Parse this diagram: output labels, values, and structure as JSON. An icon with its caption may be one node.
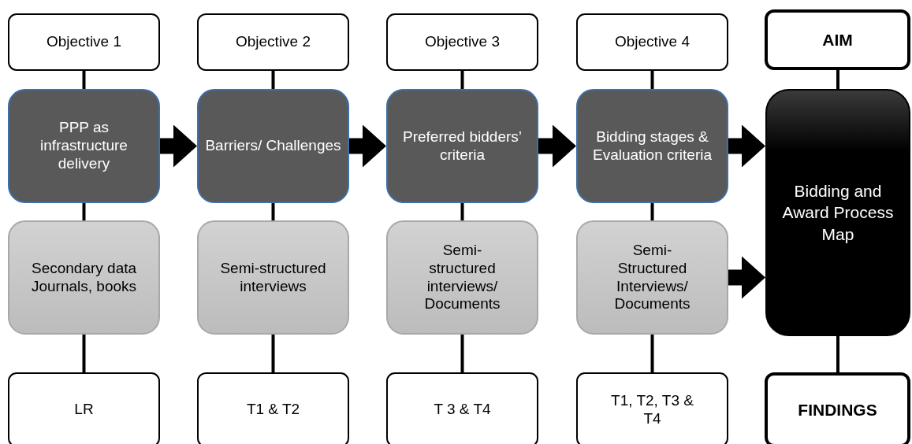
{
  "diagram": {
    "nodes": [
      {
        "text": [
          "Objective 1"
        ]
      },
      {
        "text": [
          "Objective 2"
        ]
      },
      {
        "text": [
          "Objective 3"
        ]
      },
      {
        "text": [
          "Objective 4"
        ]
      },
      {
        "text": [
          "AIM"
        ]
      },
      {
        "text": [
          "PPP as infrastructure delivery"
        ]
      },
      {
        "text": [
          "Barriers/ Challenges"
        ]
      },
      {
        "text": [
          "Preferred bidders’ criteria"
        ]
      },
      {
        "text": [
          "Bidding stages & Evaluation criteria"
        ]
      },
      {
        "text": [
          "Bidding and Award Process Map"
        ]
      },
      {
        "text": [
          "Secondary data Journals, books"
        ]
      },
      {
        "text": [
          "Semi-structured interviews"
        ]
      },
      {
        "text": [
          "Semi- structured interviews/ Documents"
        ]
      },
      {
        "text": [
          "Semi- Structured Interviews/ Documents"
        ]
      },
      {
        "text": [
          "LR"
        ]
      },
      {
        "text": [
          "T1 & T2"
        ]
      },
      {
        "text": [
          "T 3 & T4"
        ]
      },
      {
        "text": [
          "T1, T2, T3 & T4"
        ]
      },
      {
        "text": [
          "FINDINGS"
        ]
      }
    ],
    "edges": [
      {
        "from": 0,
        "to": 5,
        "arrow": "none"
      },
      {
        "from": 1,
        "to": 6,
        "arrow": "none"
      },
      {
        "from": 2,
        "to": 7,
        "arrow": "none"
      },
      {
        "from": 3,
        "to": 8,
        "arrow": "none"
      },
      {
        "from": 4,
        "to": 9,
        "arrow": "none"
      },
      {
        "from": 5,
        "to": 6,
        "arrow": "to",
        "style": "thick"
      },
      {
        "from": 6,
        "to": 7,
        "arrow": "to",
        "style": "thick"
      },
      {
        "from": 7,
        "to": 8,
        "arrow": "to",
        "style": "thick"
      },
      {
        "from": 8,
        "to": 9,
        "arrow": "to",
        "style": "thick"
      },
      {
        "from": 13,
        "to": 9,
        "arrow": "to",
        "style": "thick"
      },
      {
        "from": 5,
        "to": 10,
        "arrow": "none"
      },
      {
        "from": 6,
        "to": 11,
        "arrow": "none"
      },
      {
        "from": 7,
        "to": 12,
        "arrow": "none"
      },
      {
        "from": 8,
        "to": 13,
        "arrow": "none"
      },
      {
        "from": 10,
        "to": 14,
        "arrow": "none"
      },
      {
        "from": 11,
        "to": 15,
        "arrow": "none"
      },
      {
        "from": 12,
        "to": 16,
        "arrow": "none"
      },
      {
        "from": 13,
        "to": 17,
        "arrow": "none"
      },
      {
        "from": 9,
        "to": 18,
        "arrow": "none"
      }
    ]
  }
}
